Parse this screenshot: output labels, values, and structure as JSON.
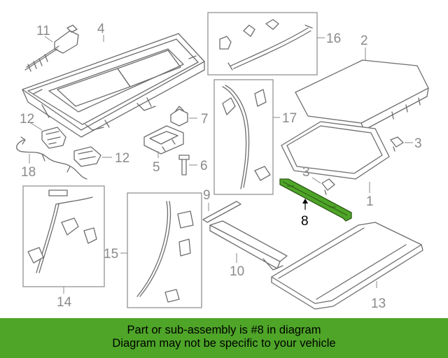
{
  "callouts": {
    "c1": "1",
    "c2": "2",
    "c3a": "3",
    "c3b": "3",
    "c4": "4",
    "c5": "5",
    "c6": "6",
    "c7": "7",
    "c8": "8",
    "c9": "9",
    "c10": "10",
    "c11": "11",
    "c12a": "12",
    "c12b": "12",
    "c13": "13",
    "c14": "14",
    "c15": "15",
    "c16": "16",
    "c17": "17",
    "c18": "18"
  },
  "highlight": {
    "part_number": "8",
    "color": "#4ea528"
  },
  "banner": {
    "line1": "Part or sub-assembly is #8 in diagram",
    "line2": "Diagram may not be specific to your vehicle",
    "background": "#4ea528"
  }
}
